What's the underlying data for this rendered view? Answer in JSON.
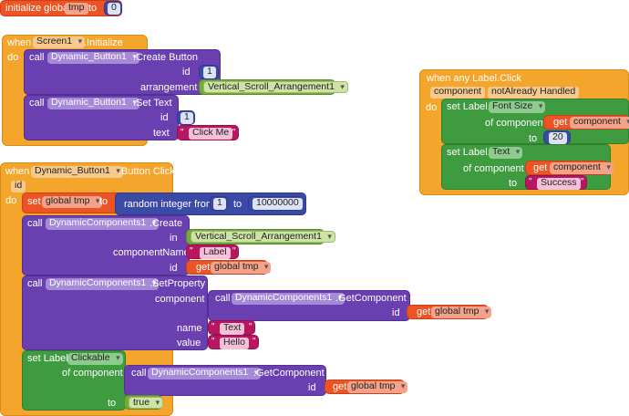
{
  "global_init": {
    "label": "initialize global",
    "var": "tmp",
    "to": "to",
    "value": "0"
  },
  "screen_init": {
    "when": "when",
    "component": "Screen1",
    "event": ".Initialize",
    "do": "do",
    "call1": {
      "call": "call",
      "component": "Dynamic_Button1",
      "method": ".Create Button",
      "id_label": "id",
      "id_value": "1",
      "arrangement_label": "arrangement",
      "arrangement_value": "Vertical_Scroll_Arrangement1"
    },
    "call2": {
      "call": "call",
      "component": "Dynamic_Button1",
      "method": ".Set Text",
      "id_label": "id",
      "id_value": "1",
      "text_label": "text",
      "text_value": "Click Me"
    }
  },
  "any_label_click": {
    "when": "when any Label.Click",
    "param1": "component",
    "param2": "notAlready Handled",
    "do": "do",
    "set1": {
      "set": "set Label.",
      "prop": "Font Size",
      "of_component": "of component",
      "get": "get",
      "get_var": "component",
      "to": "to",
      "value": "20"
    },
    "set2": {
      "set": "set Label.",
      "prop": "Text",
      "of_component": "of component",
      "get": "get",
      "get_var": "component",
      "to": "to",
      "value": "Success"
    }
  },
  "button_click": {
    "when": "when",
    "component": "Dynamic_Button1",
    "event": ".Button Click",
    "param": "id",
    "do": "do",
    "set_global": {
      "set": "set",
      "var": "global tmp",
      "to": "to",
      "random": "random integer from",
      "from_value": "1",
      "to_label": "to",
      "to_value": "10000000"
    },
    "create": {
      "call": "call",
      "component": "DynamicComponents1",
      "method": ".Create",
      "in_label": "in",
      "in_value": "Vertical_Scroll_Arrangement1",
      "cname_label": "componentName",
      "cname_value": "Label",
      "id_label": "id",
      "get": "get",
      "get_var": "global tmp"
    },
    "setprop": {
      "call": "call",
      "component": "DynamicComponents1",
      "method": ".SetProperty",
      "component_label": "component",
      "getcomp": {
        "call": "call",
        "component": "DynamicComponents1",
        "method": ".GetComponent",
        "id_label": "id",
        "get": "get",
        "get_var": "global tmp"
      },
      "name_label": "name",
      "name_value": "Text",
      "value_label": "value",
      "value_value": "Hello"
    },
    "set_clickable": {
      "set": "set Label.",
      "prop": "Clickable",
      "of_component": "of component",
      "getcomp": {
        "call": "call",
        "component": "DynamicComponents1",
        "method": ".GetComponent",
        "id_label": "id",
        "get": "get",
        "get_var": "global tmp"
      },
      "to": "to",
      "value": "true"
    }
  }
}
